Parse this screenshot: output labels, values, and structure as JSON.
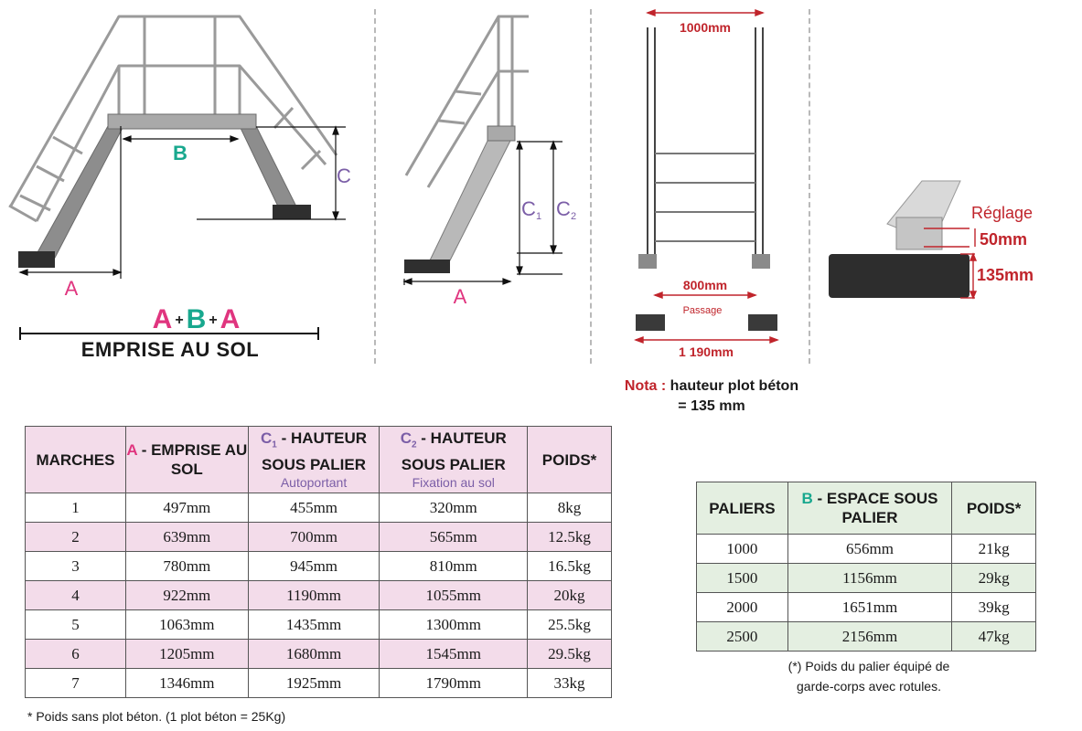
{
  "labels": {
    "a": "A",
    "b": "B",
    "c": "C",
    "c1": "C",
    "c1_sub": "1",
    "c2": "C",
    "c2_sub": "2",
    "plus": "+",
    "emprise_au_sol": "EMPRISE AU SOL"
  },
  "front_view": {
    "width_top": "1000mm",
    "passage_width": "800mm",
    "passage_label": "Passage",
    "width_bottom": "1 190mm"
  },
  "detail": {
    "reglage_label": "Réglage",
    "reglage_value": "50mm",
    "plot_height": "135mm"
  },
  "nota": {
    "prefix": "Nota :",
    "text": "hauteur plot béton",
    "value": "= 135 mm"
  },
  "steps_table": {
    "headers": {
      "marches": "MARCHES",
      "a_letter": "A",
      "a_text": "- EMPRISE AU SOL",
      "c1_letter": "C",
      "c1_sub": "1",
      "c1_text": "- HAUTEUR SOUS PALIER",
      "c1_note": "Autoportant",
      "c2_letter": "C",
      "c2_sub": "2",
      "c2_text": "- HAUTEUR SOUS PALIER",
      "c2_note": "Fixation au sol",
      "poids": "POIDS*"
    },
    "rows": [
      {
        "marches": "1",
        "a": "497mm",
        "c1": "455mm",
        "c2": "320mm",
        "poids": "8kg"
      },
      {
        "marches": "2",
        "a": "639mm",
        "c1": "700mm",
        "c2": "565mm",
        "poids": "12.5kg"
      },
      {
        "marches": "3",
        "a": "780mm",
        "c1": "945mm",
        "c2": "810mm",
        "poids": "16.5kg"
      },
      {
        "marches": "4",
        "a": "922mm",
        "c1": "1190mm",
        "c2": "1055mm",
        "poids": "20kg"
      },
      {
        "marches": "5",
        "a": "1063mm",
        "c1": "1435mm",
        "c2": "1300mm",
        "poids": "25.5kg"
      },
      {
        "marches": "6",
        "a": "1205mm",
        "c1": "1680mm",
        "c2": "1545mm",
        "poids": "29.5kg"
      },
      {
        "marches": "7",
        "a": "1346mm",
        "c1": "1925mm",
        "c2": "1790mm",
        "poids": "33kg"
      }
    ],
    "footnote": "* Poids sans plot béton. (1 plot béton = 25Kg)"
  },
  "landing_table": {
    "headers": {
      "paliers": "PALIERS",
      "b_letter": "B",
      "b_text": "- ESPACE SOUS PALIER",
      "poids": "POIDS*"
    },
    "rows": [
      {
        "paliers": "1000",
        "b": "656mm",
        "poids": "21kg"
      },
      {
        "paliers": "1500",
        "b": "1156mm",
        "poids": "29kg"
      },
      {
        "paliers": "2000",
        "b": "1651mm",
        "poids": "39kg"
      },
      {
        "paliers": "2500",
        "b": "2156mm",
        "poids": "47kg"
      }
    ],
    "footnote_line1": "(*) Poids du palier équipé de",
    "footnote_line2": "garde-corps avec rotules."
  },
  "colors": {
    "a": "#e0357f",
    "b": "#18a88e",
    "c": "#7b5ea7",
    "red": "#c0242b",
    "pink_band": "#f3dcea",
    "green_band": "#e4efe1"
  }
}
